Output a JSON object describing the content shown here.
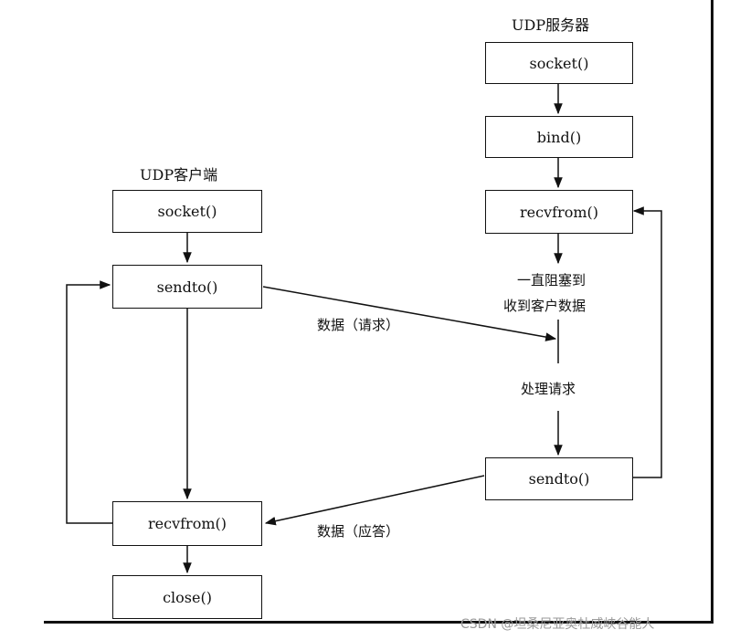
{
  "server": {
    "heading": "UDP服务器",
    "socket": "socket()",
    "bind": "bind()",
    "recvfrom": "recvfrom()",
    "blocking_note_line1": "一直阻塞到",
    "blocking_note_line2": "收到客户数据",
    "process_note": "处理请求",
    "sendto": "sendto()"
  },
  "client": {
    "heading": "UDP客户端",
    "socket": "socket()",
    "sendto": "sendto()",
    "recvfrom": "recvfrom()",
    "close": "close()"
  },
  "messages": {
    "request": "数据（请求）",
    "reply": "数据（应答）"
  },
  "watermark": "CSDN @坦桑尼亚奥杜威峡谷能人"
}
